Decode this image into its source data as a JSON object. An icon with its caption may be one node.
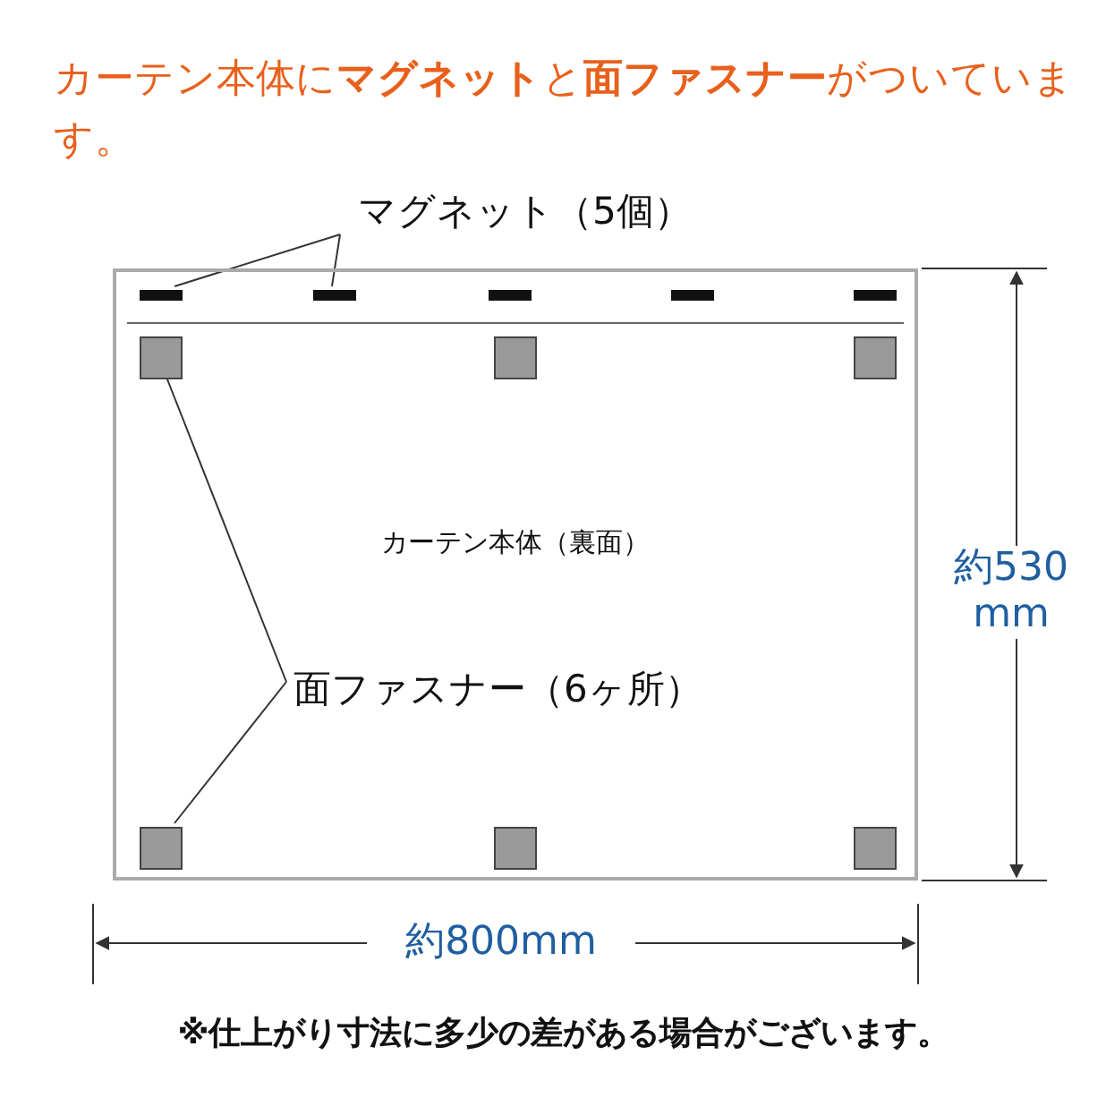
{
  "diagram": {
    "title": "カーテン本体に**マグネット**と**面ファスナー**がついています。",
    "nodes": [
      {
        "text": [
          "カーテン本体（裏面）"
        ]
      },
      {
        "text": [
          "マグネット（5個）"
        ]
      },
      {
        "text": [],
        "shape": "bar",
        "in": 0
      },
      {
        "text": [],
        "shape": "bar",
        "in": 0
      },
      {
        "text": [],
        "shape": "bar",
        "in": 0
      },
      {
        "text": [],
        "shape": "bar",
        "in": 0
      },
      {
        "text": [],
        "shape": "bar",
        "in": 0
      },
      {
        "text": [
          "面ファスナー（6ヶ所）"
        ],
        "in": 0
      },
      {
        "text": [],
        "shape": "box",
        "in": 0
      },
      {
        "text": [],
        "shape": "box",
        "in": 0
      },
      {
        "text": [],
        "shape": "box",
        "in": 0
      },
      {
        "text": [],
        "shape": "box",
        "in": 0
      },
      {
        "text": [],
        "shape": "box",
        "in": 0
      },
      {
        "text": [],
        "shape": "box",
        "in": 0
      }
    ],
    "edges": [
      {
        "from": 1,
        "to": 2,
        "arrow": "none"
      },
      {
        "from": 1,
        "to": 3,
        "arrow": "none"
      },
      {
        "from": 7,
        "to": 8,
        "arrow": "none"
      },
      {
        "from": 7,
        "to": 11,
        "arrow": "none"
      }
    ],
    "labels": [
      "約530 mm",
      "約800mm",
      "※仕上がり寸法に多少の差がある場合がございます。"
    ]
  }
}
